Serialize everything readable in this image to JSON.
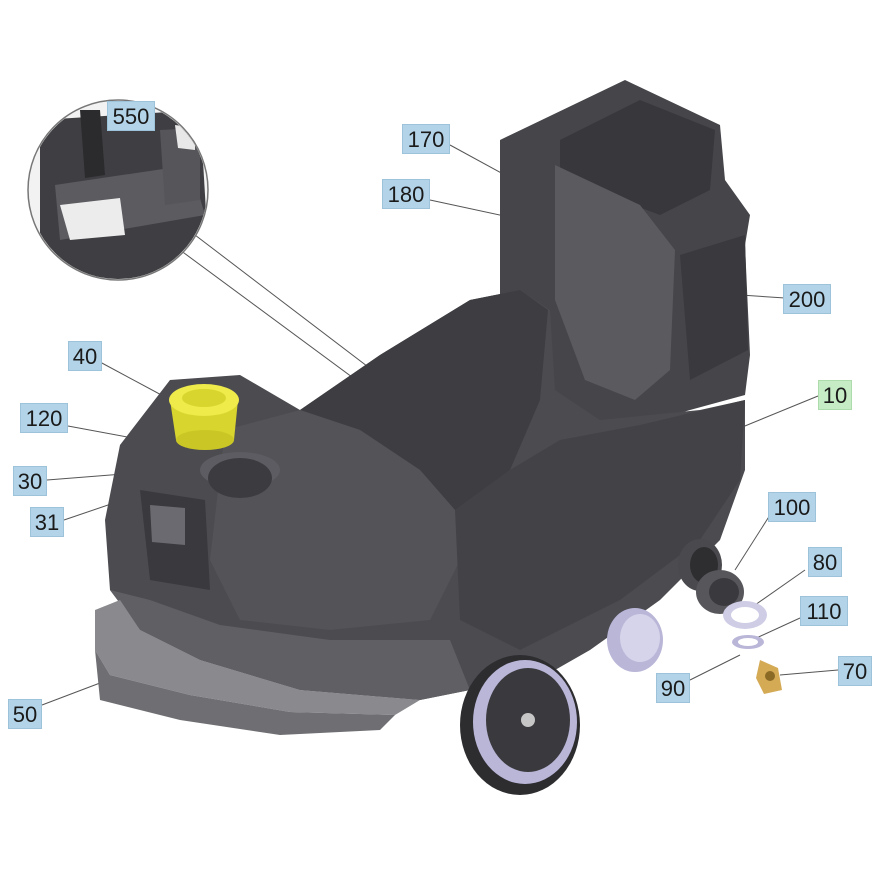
{
  "diagram": {
    "colors": {
      "body": "#4a4a4e",
      "body_dark": "#333336",
      "body_light": "#6c6c70",
      "cap": "#e3e03a",
      "bumper": "#8a8a8e",
      "wheel_rim": "#b9b6d8",
      "fitting": "#d4aa55",
      "callout_bg": "#b3d4e8",
      "callout_main_bg": "#c5ecc4"
    },
    "callouts": [
      {
        "id": "550",
        "label": "550"
      },
      {
        "id": "170",
        "label": "170"
      },
      {
        "id": "180",
        "label": "180"
      },
      {
        "id": "200",
        "label": "200"
      },
      {
        "id": "40",
        "label": "40"
      },
      {
        "id": "120",
        "label": "120"
      },
      {
        "id": "10",
        "label": "10"
      },
      {
        "id": "30",
        "label": "30"
      },
      {
        "id": "31",
        "label": "31"
      },
      {
        "id": "100",
        "label": "100"
      },
      {
        "id": "80",
        "label": "80"
      },
      {
        "id": "110",
        "label": "110"
      },
      {
        "id": "70",
        "label": "70"
      },
      {
        "id": "90",
        "label": "90"
      },
      {
        "id": "50",
        "label": "50"
      }
    ]
  }
}
